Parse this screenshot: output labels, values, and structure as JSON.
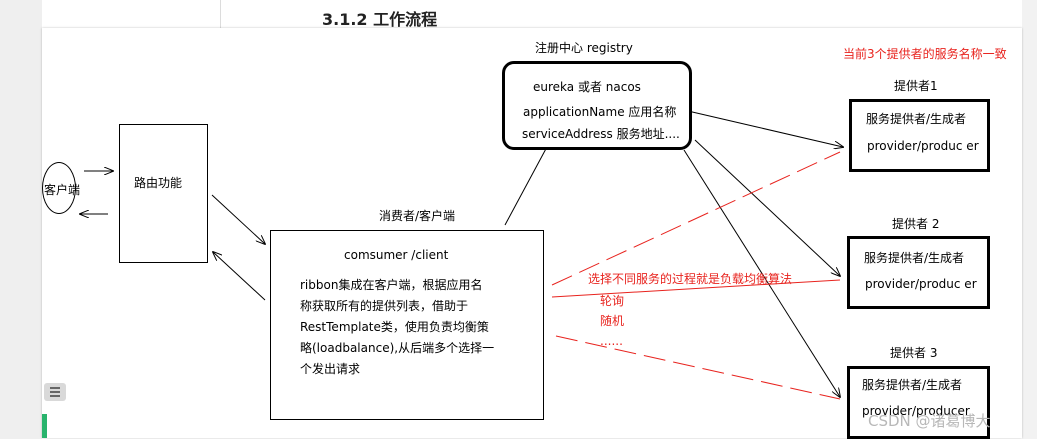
{
  "heading": "3.1.2 工作流程",
  "registry": {
    "title": "注册中心 registry",
    "line1": "eureka 或者 nacos",
    "line2": "applicationName 应用名称",
    "line3": "serviceAddress 服务地址...."
  },
  "note": "当前3个提供者的服务名称一致",
  "client": {
    "label": "客户端"
  },
  "router": {
    "label": "路由功能"
  },
  "consumer": {
    "caption": "消费者/客户端",
    "title": "comsumer /client",
    "desc": [
      "ribbon集成在客户端，根据应用名",
      "称获取所有的提供列表，借助于",
      "RestTemplate类，使用负责均衡策",
      "略(loadbalance),从后端多个选择一",
      "个发出请求"
    ]
  },
  "providers": [
    {
      "caption": "提供者1",
      "line1": "服务提供者/生成者",
      "line2": "provider/produc er"
    },
    {
      "caption": "提供者 2",
      "line1": "服务提供者/生成者",
      "line2": "provider/produc er"
    },
    {
      "caption": "提供者 3",
      "line1": "服务提供者/生成者",
      "line2": "provider/producer"
    }
  ],
  "loadbalance": {
    "title": "选择不同服务的过程就是负载均衡算法",
    "algo1": "轮询",
    "algo2": "随机",
    "more": "......"
  },
  "watermark": "CSDN @诸葛博大",
  "colors": {
    "annotation_red": "#e8231e",
    "stroke": "#000000",
    "gutter_bg": "#efefef",
    "green_marker": "#28b36c"
  },
  "icons": {
    "list_icon": "list-icon"
  }
}
